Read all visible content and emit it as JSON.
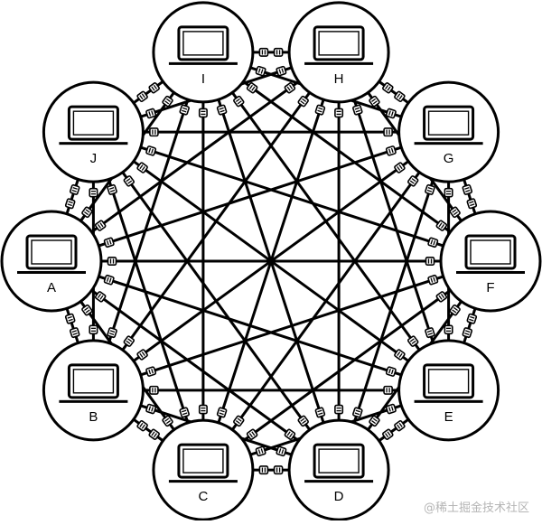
{
  "nodes": [
    {
      "id": "A",
      "label": "A"
    },
    {
      "id": "B",
      "label": "B"
    },
    {
      "id": "C",
      "label": "C"
    },
    {
      "id": "D",
      "label": "D"
    },
    {
      "id": "E",
      "label": "E"
    },
    {
      "id": "F",
      "label": "F"
    },
    {
      "id": "G",
      "label": "G"
    },
    {
      "id": "H",
      "label": "H"
    },
    {
      "id": "I",
      "label": "I"
    },
    {
      "id": "J",
      "label": "J"
    }
  ],
  "topology": "full-mesh",
  "node_icon": "laptop-icon",
  "connector_icon": "network-plug-icon",
  "colors": {
    "stroke": "#000000",
    "fill": "#ffffff",
    "watermark": "#b5b5b5"
  },
  "watermark": "@稀土掘金技术社区"
}
